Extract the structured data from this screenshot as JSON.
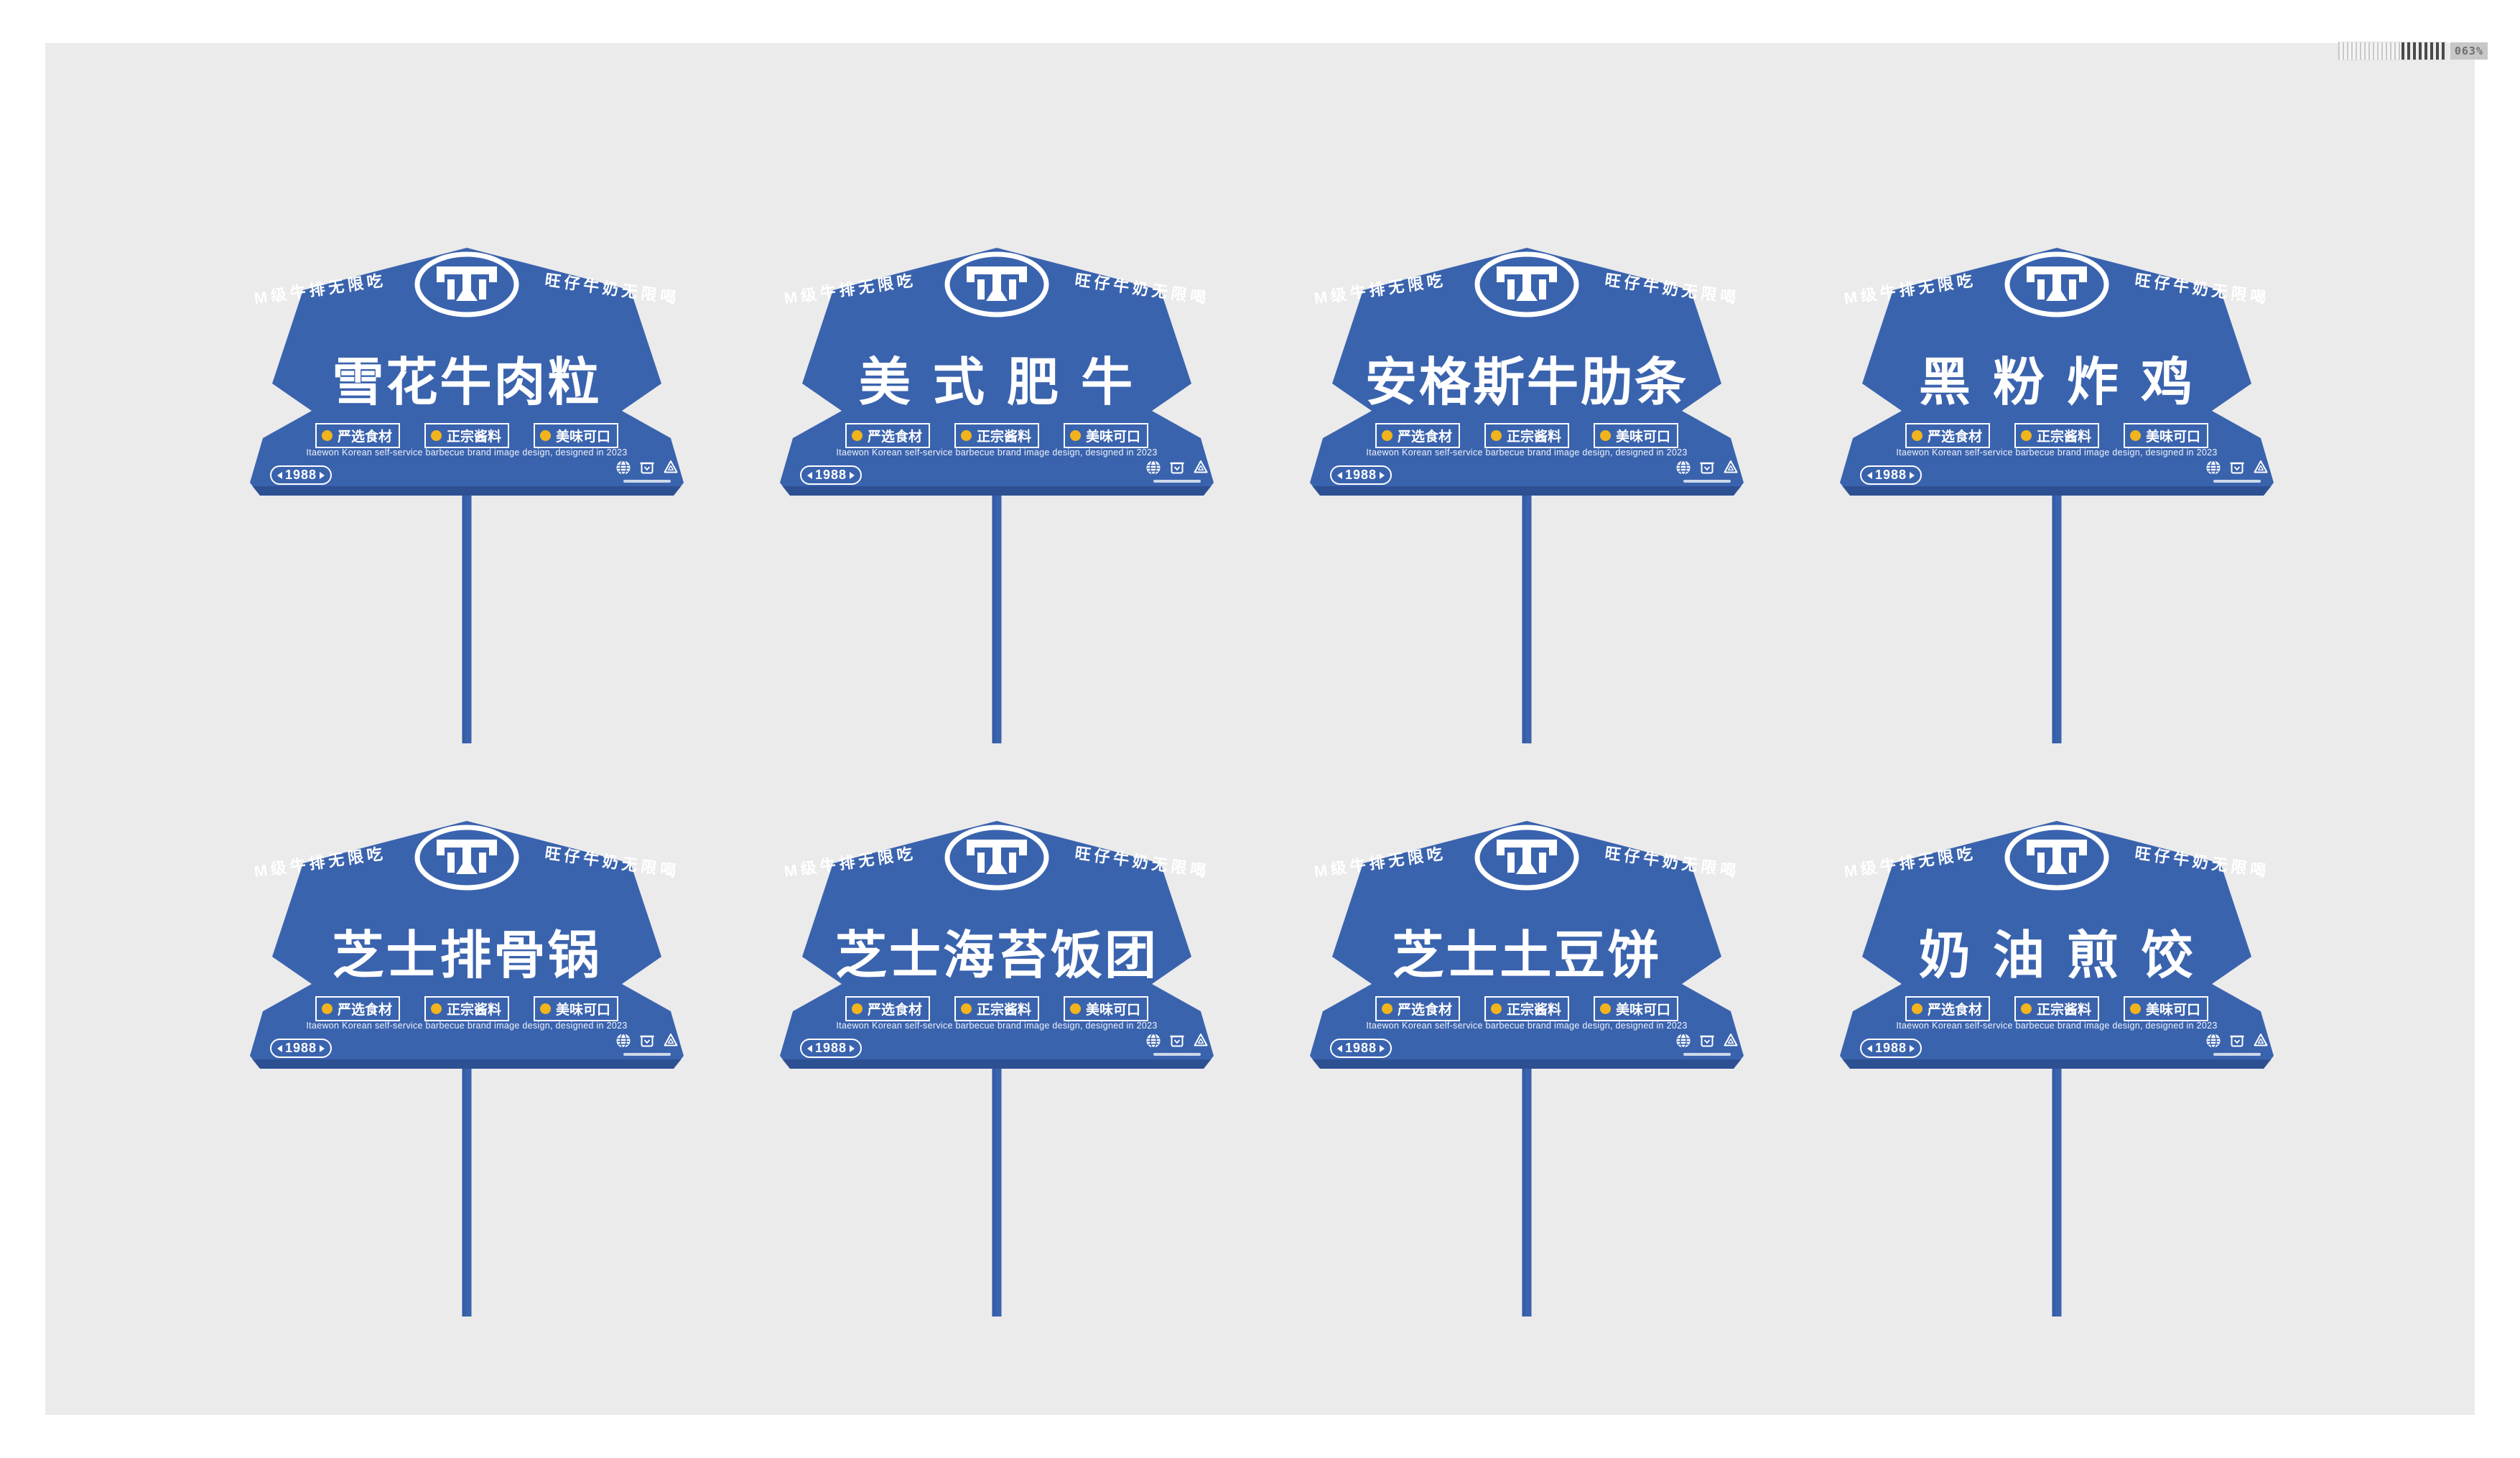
{
  "viewer": {
    "zoom_label": "063%"
  },
  "brand": {
    "tagline_left": "M级牛排无限吃",
    "tagline_right": "旺仔牛奶无限喝",
    "year_badge": "1988",
    "features": [
      "严选食材",
      "正宗酱料",
      "美味可口"
    ],
    "caption": "Itaewon Korean self-service barbecue brand image design, designed in 2023"
  },
  "colors": {
    "board_blue": "#3a63ae",
    "board_blue_dark": "#2f57a2",
    "accent_yellow": "#f2b41d",
    "canvas_gray": "#ebebeb",
    "text_white": "#ffffff"
  },
  "signs": [
    {
      "title": "雪花牛肉粒"
    },
    {
      "title": "美 式 肥 牛"
    },
    {
      "title": "安格斯牛肋条"
    },
    {
      "title": "黑 粉 炸 鸡"
    },
    {
      "title": "芝士排骨锅"
    },
    {
      "title": "芝士海苔饭团"
    },
    {
      "title": "芝士土豆饼"
    },
    {
      "title": "奶 油 煎 饺"
    }
  ]
}
